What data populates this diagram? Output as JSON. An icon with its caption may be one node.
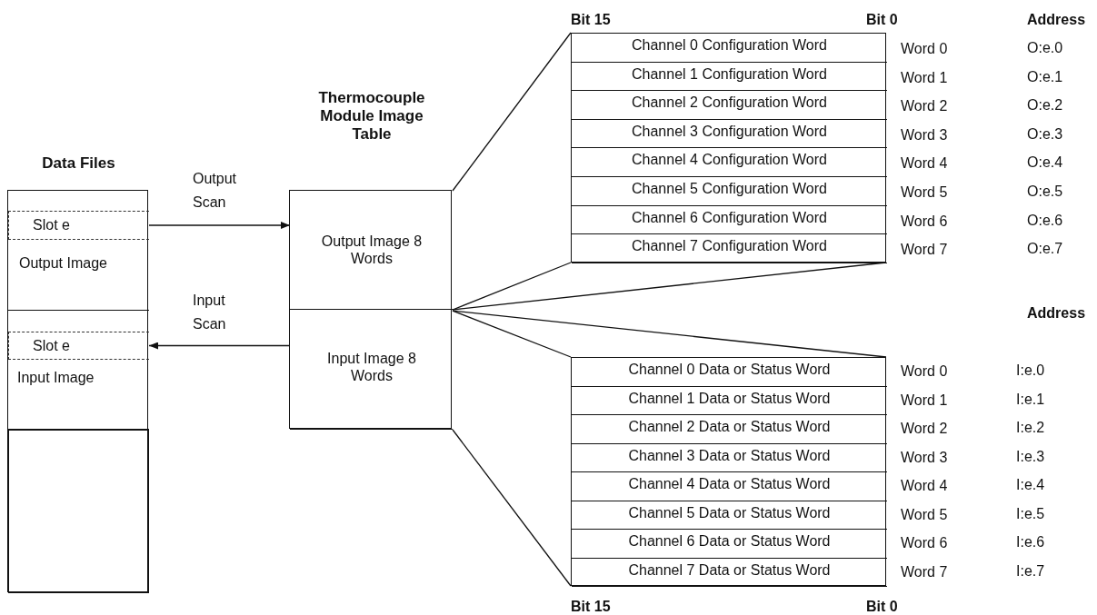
{
  "diagram": {
    "nodes": [
      {
        "text": [
          "Data Files"
        ]
      },
      {
        "text": [
          "Output Image"
        ],
        "in": 0
      },
      {
        "text": [
          "Slot e"
        ],
        "in": 1
      },
      {
        "text": [
          "Input Image"
        ],
        "in": 0
      },
      {
        "text": [
          "Slot e"
        ],
        "in": 3
      },
      {
        "text": [],
        "shape": "box",
        "in": 0
      },
      {
        "text": [
          "Thermocouple Module Image Table"
        ]
      },
      {
        "text": [
          "Output Image 8 Words"
        ],
        "in": 6
      },
      {
        "text": [
          "Input Image 8 Words"
        ],
        "in": 6
      },
      {
        "text": [],
        "shape": "box"
      },
      {
        "text": [
          "Channel 0 Configuration Word"
        ],
        "in": 9,
        "beside": [
          "Word 0"
        ]
      },
      {
        "text": [
          "Channel 1 Configuration Word"
        ],
        "in": 9,
        "beside": [
          "Word 1"
        ]
      },
      {
        "text": [
          "Channel 2 Configuration Word"
        ],
        "in": 9,
        "beside": [
          "Word 2"
        ]
      },
      {
        "text": [
          "Channel 3 Configuration Word"
        ],
        "in": 9,
        "beside": [
          "Word 3"
        ]
      },
      {
        "text": [
          "Channel 4 Configuration Word"
        ],
        "in": 9,
        "beside": [
          "Word 4"
        ]
      },
      {
        "text": [
          "Channel 5 Configuration Word"
        ],
        "in": 9,
        "beside": [
          "Word 5"
        ]
      },
      {
        "text": [
          "Channel 6 Configuration Word"
        ],
        "in": 9,
        "beside": [
          "Word 6"
        ]
      },
      {
        "text": [
          "Channel 7 Configuration Word"
        ],
        "in": 9,
        "beside": [
          "Word 7"
        ]
      },
      {
        "text": [],
        "shape": "box"
      },
      {
        "text": [
          "Channel 0 Data or Status Word"
        ],
        "in": 18,
        "beside": [
          "Word 0"
        ]
      },
      {
        "text": [
          "Channel 1 Data or Status Word"
        ],
        "in": 18,
        "beside": [
          "Word 1"
        ]
      },
      {
        "text": [
          "Channel 2 Data or Status Word"
        ],
        "in": 18,
        "beside": [
          "Word 2"
        ]
      },
      {
        "text": [
          "Channel 3 Data or Status Word"
        ],
        "in": 18,
        "beside": [
          "Word 3"
        ]
      },
      {
        "text": [
          "Channel 4 Data or Status Word"
        ],
        "in": 18,
        "beside": [
          "Word 4"
        ]
      },
      {
        "text": [
          "Channel 5 Data or Status Word"
        ],
        "in": 18,
        "beside": [
          "Word 5"
        ]
      },
      {
        "text": [
          "Channel 6 Data or Status Word"
        ],
        "in": 18,
        "beside": [
          "Word 6"
        ]
      },
      {
        "text": [
          "Channel 7 Data or Status Word"
        ],
        "in": 18,
        "beside": [
          "Word 7"
        ]
      }
    ],
    "edges": [
      {
        "from": 2,
        "to": 7,
        "arrow": "to",
        "label": "Output Scan"
      },
      {
        "from": 8,
        "to": 4,
        "arrow": "to",
        "label": "Input Scan"
      },
      {
        "from": 7,
        "to": 9,
        "arrow": "none"
      },
      {
        "from": 7,
        "to": 9,
        "arrow": "none"
      },
      {
        "from": 7,
        "to": 9,
        "arrow": "none"
      },
      {
        "from": 8,
        "to": 18,
        "arrow": "none"
      },
      {
        "from": 8,
        "to": 18,
        "arrow": "none"
      },
      {
        "from": 8,
        "to": 18,
        "arrow": "none"
      }
    ],
    "labels": [
      "Bit 15",
      "Bit 0",
      "Address",
      "O:e.0",
      "O:e.1",
      "O:e.2",
      "O:e.3",
      "O:e.4",
      "O:e.5",
      "O:e.6",
      "O:e.7",
      "Address",
      "I:e.0",
      "I:e.1",
      "I:e.2",
      "I:e.3",
      "I:e.4",
      "I:e.5",
      "I:e.6",
      "I:e.7",
      "Bit 15",
      "Bit 0"
    ]
  }
}
